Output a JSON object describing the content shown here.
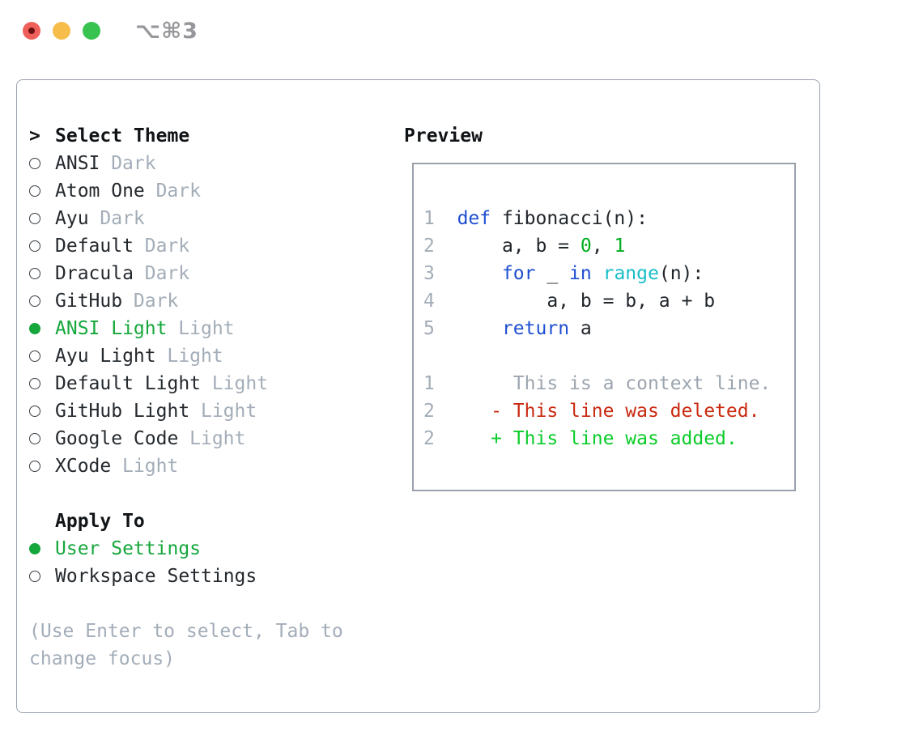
{
  "titlebar": {
    "shortcut": "⌥⌘3"
  },
  "panel": {
    "select_theme": {
      "cursor": ">",
      "title": "Select Theme",
      "themes": [
        {
          "name": "ANSI",
          "tag": "Dark",
          "selected": false
        },
        {
          "name": "Atom One",
          "tag": "Dark",
          "selected": false
        },
        {
          "name": "Ayu",
          "tag": "Dark",
          "selected": false
        },
        {
          "name": "Default",
          "tag": "Dark",
          "selected": false
        },
        {
          "name": "Dracula",
          "tag": "Dark",
          "selected": false
        },
        {
          "name": "GitHub",
          "tag": "Dark",
          "selected": false
        },
        {
          "name": "ANSI Light",
          "tag": "Light",
          "selected": true
        },
        {
          "name": "Ayu Light",
          "tag": "Light",
          "selected": false
        },
        {
          "name": "Default Light",
          "tag": "Light",
          "selected": false
        },
        {
          "name": "GitHub Light",
          "tag": "Light",
          "selected": false
        },
        {
          "name": "Google Code",
          "tag": "Light",
          "selected": false
        },
        {
          "name": "XCode",
          "tag": "Light",
          "selected": false
        }
      ]
    },
    "apply_to": {
      "title": "Apply To",
      "options": [
        {
          "label": "User Settings",
          "selected": true
        },
        {
          "label": "Workspace Settings",
          "selected": false
        }
      ]
    },
    "hint": "(Use Enter to select, Tab to change focus)"
  },
  "preview": {
    "title": "Preview",
    "lines": [
      {
        "tokens": [
          [
            "1",
            "lineno"
          ],
          [
            "  ",
            "text"
          ],
          [
            "def",
            "keyword"
          ],
          [
            " fibonacci(n):",
            "text"
          ]
        ]
      },
      {
        "tokens": [
          [
            "2",
            "lineno"
          ],
          [
            "  ",
            "text"
          ],
          [
            "    a, b = ",
            "text"
          ],
          [
            "0",
            "number"
          ],
          [
            ", ",
            "text"
          ],
          [
            "1",
            "number"
          ]
        ]
      },
      {
        "tokens": [
          [
            "3",
            "lineno"
          ],
          [
            "  ",
            "text"
          ],
          [
            "    ",
            "text"
          ],
          [
            "for",
            "keyword"
          ],
          [
            " _ ",
            "text"
          ],
          [
            "in",
            "keyword"
          ],
          [
            " ",
            "text"
          ],
          [
            "range",
            "function"
          ],
          [
            "(n):",
            "text"
          ]
        ]
      },
      {
        "tokens": [
          [
            "4",
            "lineno"
          ],
          [
            "  ",
            "text"
          ],
          [
            "        a, b = b, a + b",
            "text"
          ]
        ]
      },
      {
        "tokens": [
          [
            "5",
            "lineno"
          ],
          [
            "  ",
            "text"
          ],
          [
            "    ",
            "text"
          ],
          [
            "return",
            "keyword"
          ],
          [
            " a",
            "text"
          ]
        ]
      },
      {
        "tokens": []
      },
      {
        "tokens": [
          [
            "1",
            "lineno"
          ],
          [
            "       ",
            "text"
          ],
          [
            "This is a context line.",
            "context"
          ]
        ]
      },
      {
        "tokens": [
          [
            "2",
            "lineno"
          ],
          [
            "     ",
            "text"
          ],
          [
            "- This line was deleted.",
            "deleted"
          ]
        ]
      },
      {
        "tokens": [
          [
            "2",
            "lineno"
          ],
          [
            "     ",
            "text"
          ],
          [
            "+ This line was added.",
            "added"
          ]
        ]
      }
    ]
  },
  "colors": {
    "accent_green": "#16A73C",
    "added_green": "#0ACC28",
    "deleted_red": "#C9290F",
    "keyword_blue": "#1E4FD0",
    "function_cyan": "#17BEC8",
    "number_green": "#00AD1F",
    "muted_gray": "#A3ADB8",
    "text_dark": "#24292E",
    "border_gray": "#9AA1AC",
    "traffic_red": "#F0605A",
    "traffic_yellow": "#F6BD4B",
    "traffic_green": "#38C24F"
  }
}
